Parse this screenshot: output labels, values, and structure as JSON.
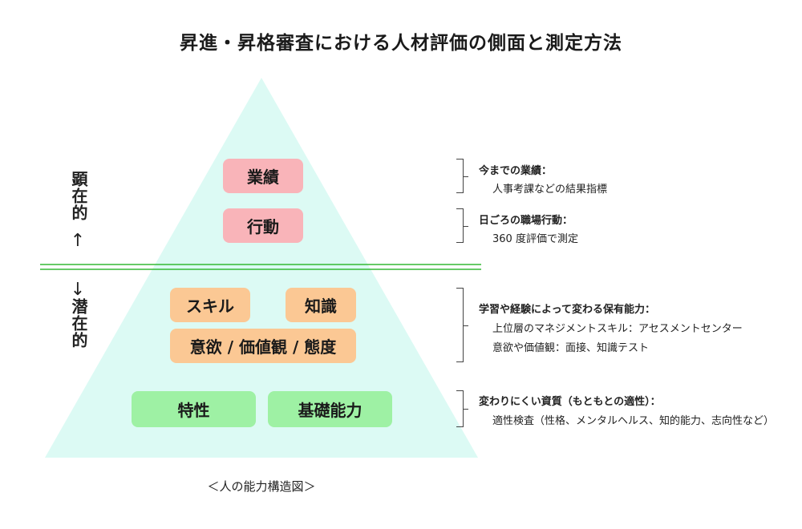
{
  "title": "昇進・昇格審査における人材評価の側面と測定方法",
  "left_labels": {
    "upper": "顕在的",
    "upper_arrow": "↑",
    "lower_arrow": "↓",
    "lower": "潜在的"
  },
  "pyramid_boxes": {
    "results": "業績",
    "behavior": "行動",
    "skill": "スキル",
    "knowledge": "知識",
    "motivation": "意欲 / 価値観 / 態度",
    "traits": "特性",
    "basic_ability": "基礎能力"
  },
  "colors": {
    "pyramid_fill": "#dcfaf4",
    "divider": "#35b935",
    "pink": "#f9b4b9",
    "orange": "#fbc894",
    "green": "#9ef1a4"
  },
  "notes": {
    "n1": {
      "head": "今までの業績：",
      "lines": [
        "人事考課などの結果指標"
      ]
    },
    "n2": {
      "head": "日ごろの職場行動：",
      "lines": [
        "360 度評価で測定"
      ]
    },
    "n3": {
      "head": "学習や経験によって変わる保有能力：",
      "lines": [
        "上位層のマネジメントスキル：アセスメントセンター",
        "意欲や価値観：面接、知識テスト"
      ]
    },
    "n4": {
      "head": "変わりにくい資質（もともとの適性）：",
      "lines": [
        "適性検査（性格、メンタルヘルス、知的能力、志向性など）"
      ]
    }
  },
  "caption": "＜人の能力構造図＞"
}
